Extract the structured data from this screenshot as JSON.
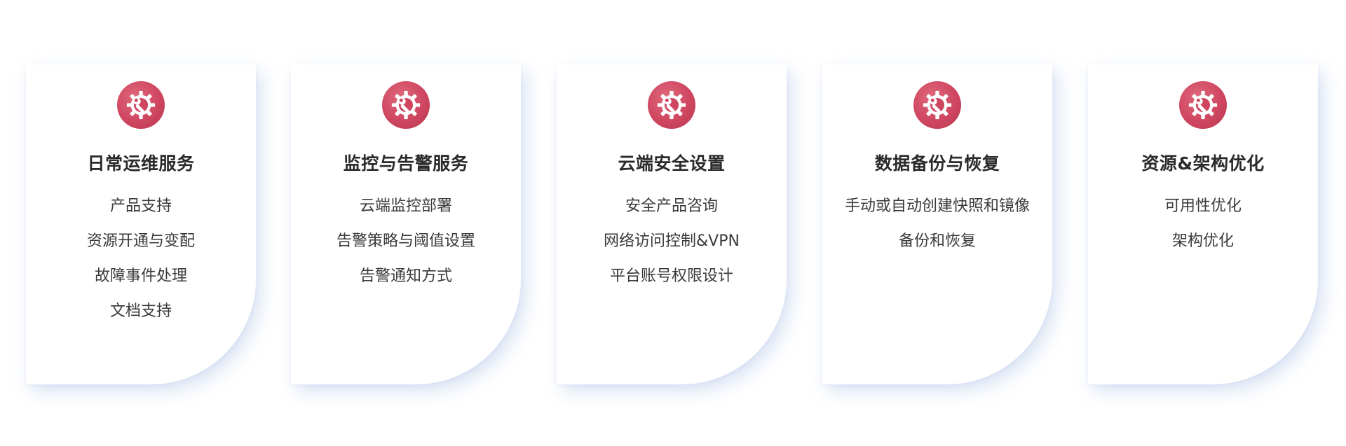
{
  "accent_color": "#cf4660",
  "cards": [
    {
      "icon": "gear-wrench-icon",
      "title": "日常运维服务",
      "items": [
        "产品支持",
        "资源开通与变配",
        "故障事件处理",
        "文档支持"
      ]
    },
    {
      "icon": "gear-wrench-icon",
      "title": "监控与告警服务",
      "items": [
        "云端监控部署",
        "告警策略与阈值设置",
        "告警通知方式"
      ]
    },
    {
      "icon": "gear-wrench-icon",
      "title": "云端安全设置",
      "items": [
        "安全产品咨询",
        "网络访问控制&VPN",
        "平台账号权限设计"
      ]
    },
    {
      "icon": "gear-wrench-icon",
      "title": "数据备份与恢复",
      "items": [
        "手动或自动创建快照和镜像",
        "备份和恢复"
      ]
    },
    {
      "icon": "gear-wrench-icon",
      "title": "资源&架构优化",
      "items": [
        "可用性优化",
        "架构优化"
      ]
    }
  ]
}
